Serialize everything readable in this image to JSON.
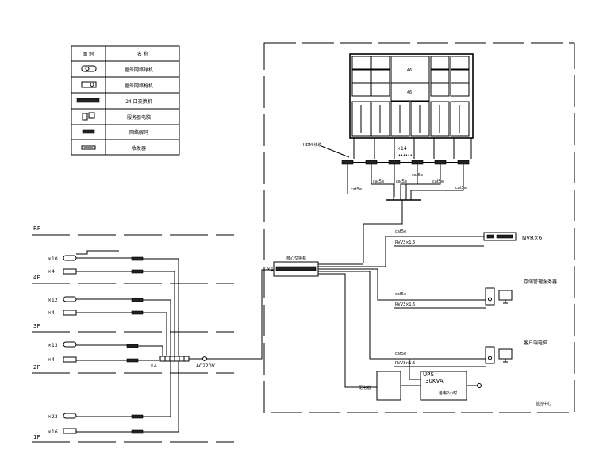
{
  "legend": {
    "header_symbol": "图 例",
    "header_name": "名 称",
    "rows": [
      {
        "icon": "dome-camera-icon",
        "name": "室外网络球机"
      },
      {
        "icon": "bullet-camera-icon",
        "name": "室外网络枪机"
      },
      {
        "icon": "poe-switch-icon",
        "name": "24 口交换机"
      },
      {
        "icon": "server-pc-icon",
        "name": "服务器电脑"
      },
      {
        "icon": "decoder-icon",
        "name": "网络解码"
      },
      {
        "icon": "fiber-transceiver-icon",
        "name": "收发器"
      }
    ]
  },
  "floors": {
    "rf": "RF",
    "f4": "4F",
    "f3": "3F",
    "f2": "2F",
    "f1": "1F"
  },
  "camera_counts": {
    "f4_dome": "×10",
    "f4_bullet": "×4",
    "f3_dome": "×12",
    "f3_bullet": "×4",
    "f2_dome": "×13",
    "f2_bullet": "×4",
    "f1_dome": "×23",
    "f1_bullet": "×16"
  },
  "labels": {
    "transceiver_count": "×4",
    "ac_power": "AC220V",
    "core_switch_count": "×1",
    "core_switch": "核心交换机",
    "hdmi_cable": "HDMI线缆",
    "decoder_count": "×14",
    "nvr": "NVR×6",
    "storage_server": "存储管理服务器",
    "client_pc": "客户端电脑",
    "ups_title": "UPS",
    "ups_rating": "30KVA",
    "backup_time": "备电2小时",
    "power_dist": "配电箱",
    "control_room": "监控中心",
    "dots": "••••••",
    "cable_tags": [
      "cat5e",
      "cat5e",
      "cat5e",
      "cat5e",
      "cat5e",
      "cat5e"
    ],
    "nvr_cable": "cat5e",
    "nvr_power": "RVV3×1.5",
    "server_cable": "cat5e",
    "server_power": "RVV3×1.5",
    "client_cable": "cat5e",
    "client_power": "RVV3×1.5",
    "video_wall_tag_1": "46",
    "video_wall_tag_2": "46"
  }
}
